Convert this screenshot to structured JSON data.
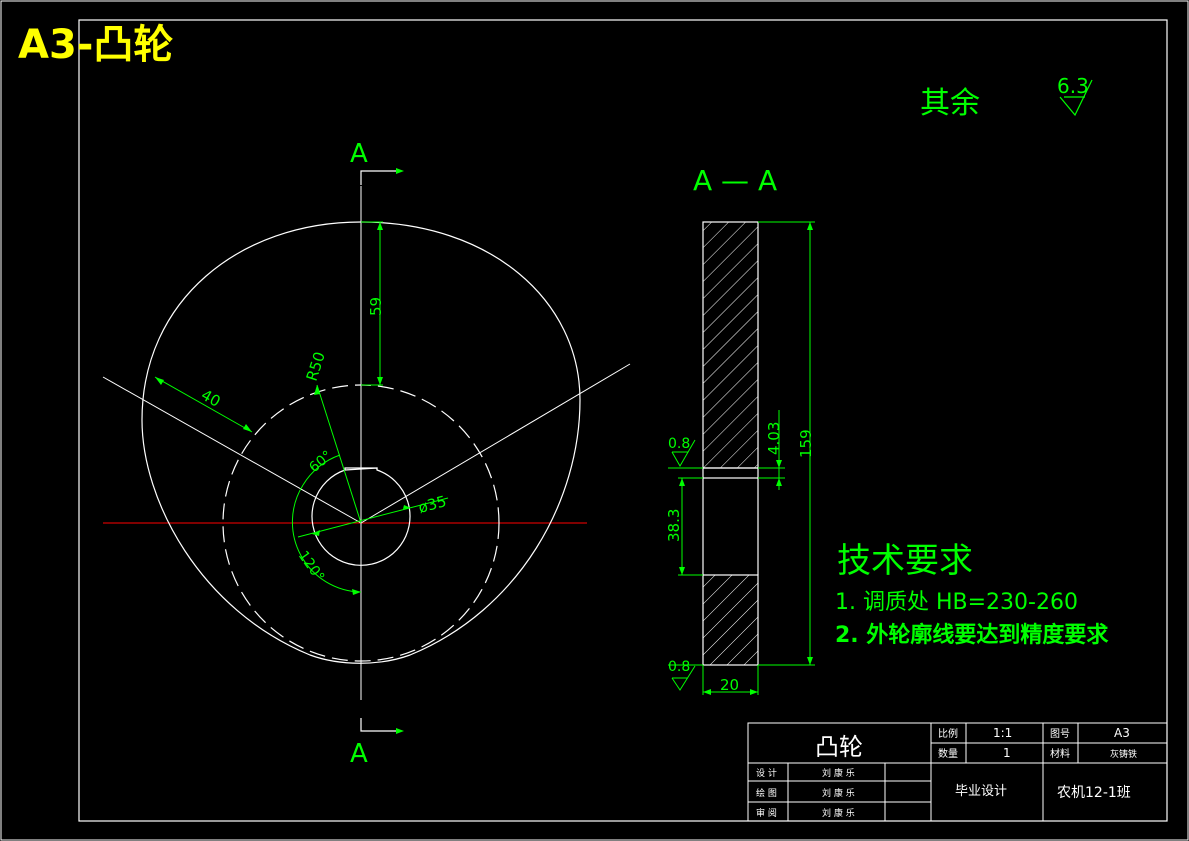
{
  "sheet_title": "A3-凸轮",
  "surface_finish": {
    "label": "其余",
    "roughness": "6.3"
  },
  "section_marks": {
    "top": "A",
    "bottom": "A",
    "section_title": "A — A"
  },
  "dimensions": {
    "lift": "59",
    "base_radius": "R50",
    "rise_width": "40",
    "angle_upper": "60°",
    "angle_lower": "120°",
    "bore_dia": "ø35",
    "keyway_depth": "4.03",
    "overall_height": "159",
    "bore_height": "38.3",
    "thickness": "20",
    "roughness_upper": "0.8",
    "roughness_lower": "0.8"
  },
  "tech_requirements": {
    "heading": "技术要求",
    "item1": "1. 调质处 HB=230-260",
    "item2": "2. 外轮廓线要达到精度要求"
  },
  "title_block": {
    "part_name": "凸轮",
    "scale_label": "比例",
    "scale_value": "1:1",
    "sheet_label": "图号",
    "sheet_value": "A3",
    "qty_label": "数量",
    "qty_value": "1",
    "material_label": "材料",
    "material_value": "灰铸铁",
    "designer_label": "设 计",
    "designer_name": "刘 康 乐",
    "drawer_label": "绘 图",
    "drawer_name": "刘 康 乐",
    "reviewer_label": "审 阅",
    "reviewer_name": "刘 康 乐",
    "project": "毕业设计",
    "class": "农机12-1班"
  },
  "colors": {
    "background": "#000000",
    "outline": "#ffffff",
    "dimension": "#00ff00",
    "centerline": "#ff0000",
    "title": "#ffff00"
  }
}
